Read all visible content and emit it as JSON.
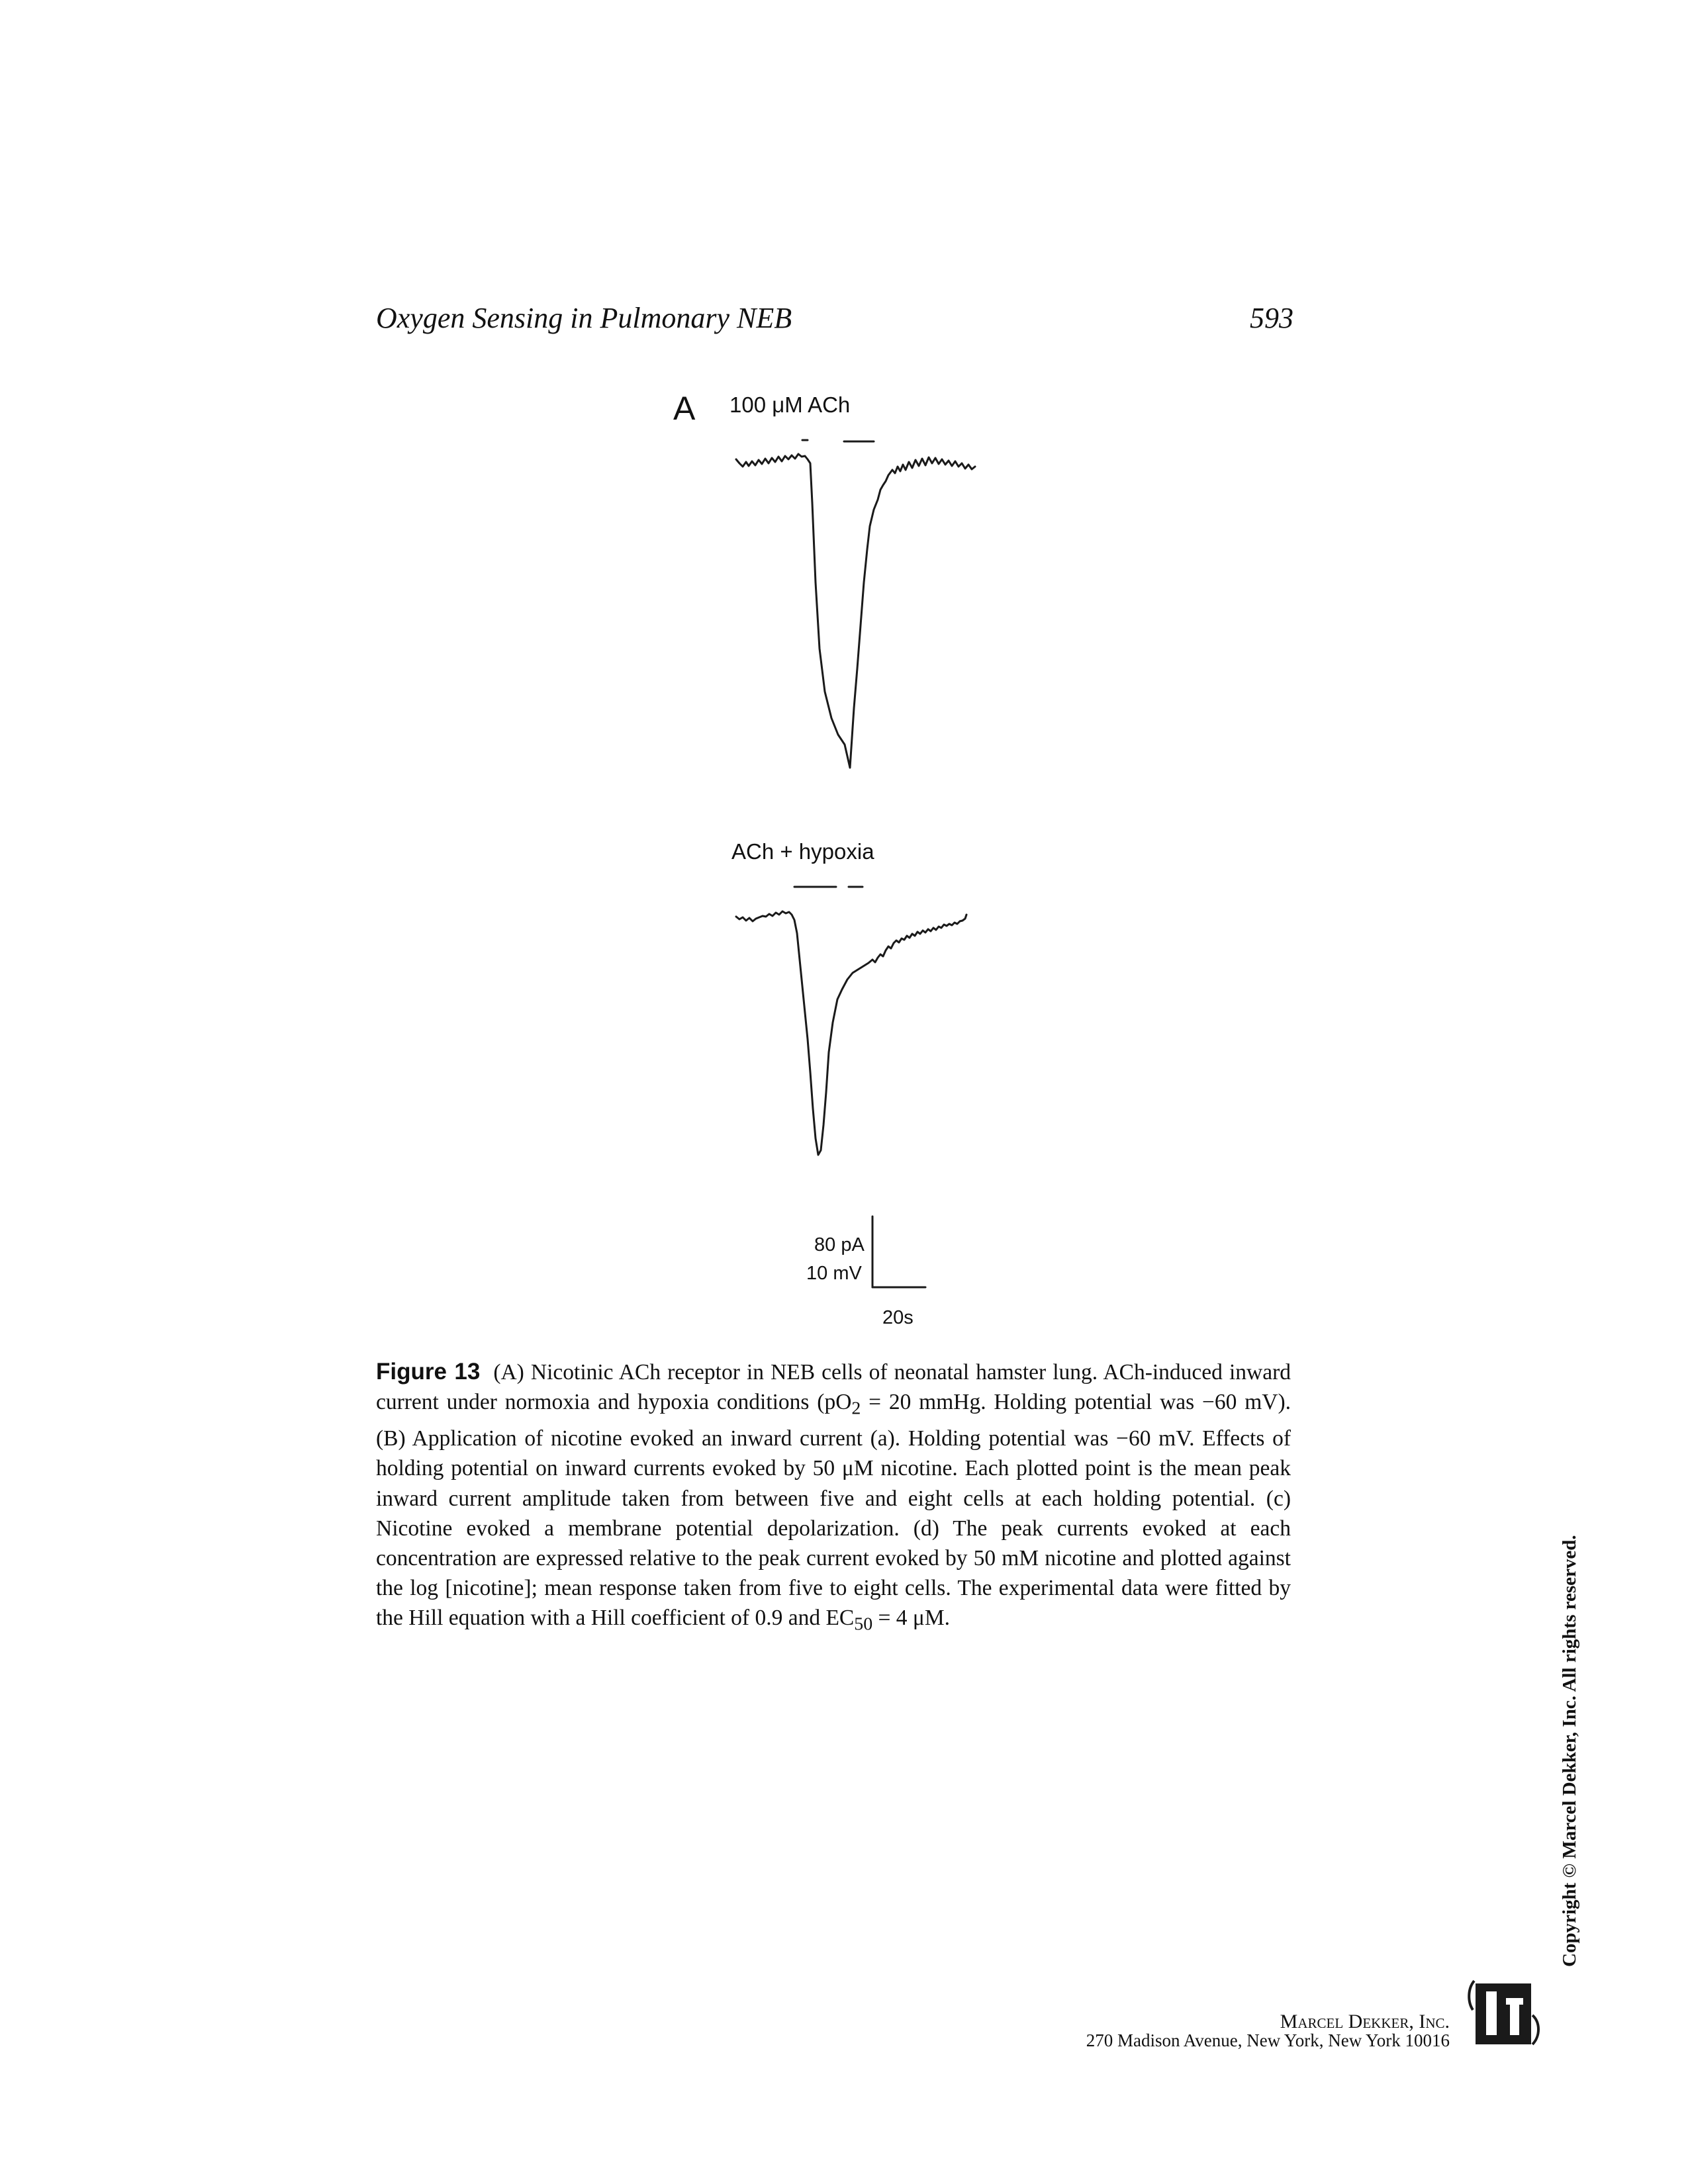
{
  "header": {
    "running_title": "Oxygen Sensing in Pulmonary NEB",
    "page_number": "593"
  },
  "figure": {
    "panel_letter": "A",
    "trace1_label": "100 μM ACh",
    "trace2_label": "ACh + hypoxia",
    "scale_bar": {
      "current": "80 pA",
      "voltage": "10 mV",
      "time": "20s"
    }
  },
  "caption": {
    "figure_number": "Figure 13",
    "text_1": "(A) Nicotinic ACh receptor in NEB cells of neonatal hamster lung. ACh-induced inward current under normoxia and hypoxia conditions (pO",
    "sub_1": "2",
    "text_2": " = 20 mmHg. Holding potential was −60 mV). (B) Application of nicotine evoked an inward current (a). Holding potential was −60 mV. Effects of holding potential on inward currents evoked by 50 μM nicotine. Each plotted point is the mean peak inward current amplitude taken from between five and eight cells at each holding potential. (c) Nicotine evoked a membrane potential depolarization. (d) The peak currents evoked at each concentration are expressed relative to the peak current evoked by 50 mM nicotine and plotted against the log [nicotine]; mean response taken from five to eight cells. The experimental data were fitted by the Hill equation with a Hill coefficient of 0.9 and EC",
    "sub_2": "50",
    "text_3": " = 4 μM."
  },
  "copyright": "Copyright © Marcel Dekker, Inc. All rights reserved.",
  "publisher": {
    "name": "Marcel Dekker, Inc.",
    "address": "270 Madison Avenue, New York, New York 10016"
  }
}
